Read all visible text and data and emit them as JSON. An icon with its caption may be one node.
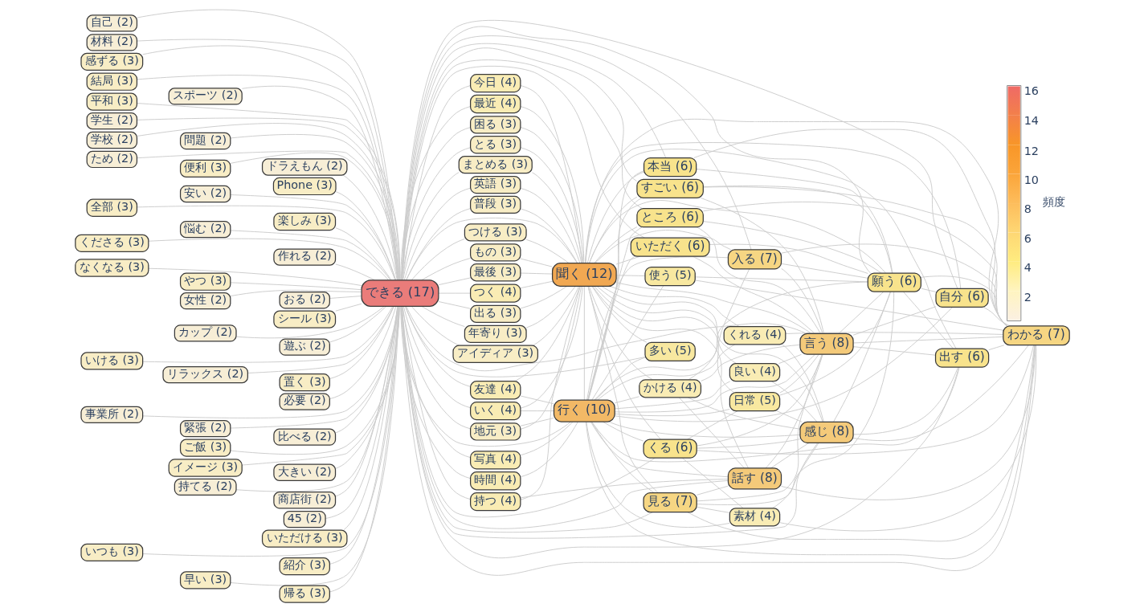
{
  "diagram": {
    "nodes": [
      {
        "text": [
          "いく (4)"
        ]
      },
      {
        "text": [
          "時間 (4)"
        ]
      },
      {
        "text": [
          "まとめる (3)"
        ]
      },
      {
        "text": [
          "かける (4)"
        ]
      },
      {
        "text": [
          "素材 (4)"
        ]
      },
      {
        "text": [
          "日常 (5)"
        ]
      },
      {
        "text": [
          "地元 (3)"
        ]
      },
      {
        "text": [
          "英語 (3)"
        ]
      },
      {
        "text": [
          "持つ (4)"
        ]
      },
      {
        "text": [
          "友達 (4)"
        ]
      },
      {
        "text": [
          "話す (8)"
        ]
      },
      {
        "text": [
          "くる (6)"
        ]
      },
      {
        "text": [
          "普段 (3)"
        ]
      },
      {
        "text": [
          "良い (4)"
        ]
      },
      {
        "text": [
          "聞く (12)"
        ]
      },
      {
        "text": [
          "行く (10)"
        ]
      },
      {
        "text": [
          "つける (3)"
        ]
      },
      {
        "text": [
          "もの (3)"
        ]
      },
      {
        "text": [
          "くれる (4)"
        ]
      },
      {
        "text": [
          "入る (7)"
        ]
      },
      {
        "text": [
          "感じ (8)"
        ]
      },
      {
        "text": [
          "最後 (3)"
        ]
      },
      {
        "text": [
          "ところ (6)"
        ]
      },
      {
        "text": [
          "つく (4)"
        ]
      },
      {
        "text": [
          "言う (8)"
        ]
      },
      {
        "text": [
          "出る (3)"
        ]
      },
      {
        "text": [
          "見る (7)"
        ]
      },
      {
        "text": [
          "年寄り (3)"
        ]
      },
      {
        "text": [
          "アイディア (3)"
        ]
      },
      {
        "text": [
          "今日 (4)"
        ]
      },
      {
        "text": [
          "最近 (4)"
        ]
      },
      {
        "text": [
          "すごい (6)"
        ]
      },
      {
        "text": [
          "いただく (6)"
        ]
      },
      {
        "text": [
          "困る (3)"
        ]
      },
      {
        "text": [
          "願う (6)"
        ]
      },
      {
        "text": [
          "自己 (2)"
        ]
      },
      {
        "text": [
          "使う (5)"
        ]
      },
      {
        "text": [
          "多い (5)"
        ]
      },
      {
        "text": [
          "材料 (2)"
        ]
      },
      {
        "text": [
          "感ずる (3)"
        ]
      },
      {
        "text": [
          "自分 (6)"
        ]
      },
      {
        "text": [
          "出す (6)"
        ]
      },
      {
        "text": [
          "写真 (4)"
        ]
      },
      {
        "text": [
          "結局 (3)"
        ]
      },
      {
        "text": [
          "本当 (6)"
        ]
      },
      {
        "text": [
          "とる (3)"
        ]
      },
      {
        "text": [
          "スポーツ (2)"
        ]
      },
      {
        "text": [
          "平和 (3)"
        ]
      },
      {
        "text": [
          "わかる (7)"
        ]
      },
      {
        "text": [
          "学生 (2)"
        ]
      },
      {
        "text": [
          "学校 (2)"
        ]
      },
      {
        "text": [
          "問題 (2)"
        ]
      },
      {
        "text": [
          "できる (17)"
        ]
      },
      {
        "text": [
          "ため (2)"
        ]
      },
      {
        "text": [
          "便利 (3)"
        ]
      },
      {
        "text": [
          "ドラえもん (2)"
        ]
      },
      {
        "text": [
          "Phone (3)"
        ]
      },
      {
        "text": [
          "安い (2)"
        ]
      },
      {
        "text": [
          "全部 (3)"
        ]
      },
      {
        "text": [
          "楽しみ (3)"
        ]
      },
      {
        "text": [
          "悩む (2)"
        ]
      },
      {
        "text": [
          "くださる (3)"
        ]
      },
      {
        "text": [
          "作れる (2)"
        ]
      },
      {
        "text": [
          "なくなる (3)"
        ]
      },
      {
        "text": [
          "やつ (3)"
        ]
      },
      {
        "text": [
          "女性 (2)"
        ]
      },
      {
        "text": [
          "おる (2)"
        ]
      },
      {
        "text": [
          "シール (3)"
        ]
      },
      {
        "text": [
          "カップ (2)"
        ]
      },
      {
        "text": [
          "遊ぶ (2)"
        ]
      },
      {
        "text": [
          "いける (3)"
        ]
      },
      {
        "text": [
          "リラックス (2)"
        ]
      },
      {
        "text": [
          "置く (3)"
        ]
      },
      {
        "text": [
          "必要 (2)"
        ]
      },
      {
        "text": [
          "事業所 (2)"
        ]
      },
      {
        "text": [
          "緊張 (2)"
        ]
      },
      {
        "text": [
          "比べる (2)"
        ]
      },
      {
        "text": [
          "ご飯 (3)"
        ]
      },
      {
        "text": [
          "イメージ (3)"
        ]
      },
      {
        "text": [
          "大きい (2)"
        ]
      },
      {
        "text": [
          "持てる (2)"
        ]
      },
      {
        "text": [
          "商店街 (2)"
        ]
      },
      {
        "text": [
          "45 (2)"
        ]
      },
      {
        "text": [
          "いただける (3)"
        ]
      },
      {
        "text": [
          "いつも (3)"
        ]
      },
      {
        "text": [
          "紹介 (3)"
        ]
      },
      {
        "text": [
          "早い (3)"
        ]
      },
      {
        "text": [
          "帰る (3)"
        ]
      }
    ],
    "edges": [
      {
        "from": 52,
        "to": 0,
        "arrow": "none"
      },
      {
        "from": 0,
        "to": 14,
        "arrow": "none"
      },
      {
        "from": 0,
        "to": 15,
        "arrow": "none"
      },
      {
        "from": 52,
        "to": 1,
        "arrow": "none"
      },
      {
        "from": 1,
        "to": 15,
        "arrow": "none"
      },
      {
        "from": 52,
        "to": 2,
        "arrow": "none"
      },
      {
        "from": 2,
        "to": 14,
        "arrow": "none"
      },
      {
        "from": 52,
        "to": 6,
        "arrow": "none"
      },
      {
        "from": 6,
        "to": 14,
        "arrow": "none"
      },
      {
        "from": 6,
        "to": 15,
        "arrow": "none"
      },
      {
        "from": 52,
        "to": 7,
        "arrow": "none"
      },
      {
        "from": 7,
        "to": 14,
        "arrow": "none"
      },
      {
        "from": 52,
        "to": 8,
        "arrow": "none"
      },
      {
        "from": 8,
        "to": 14,
        "arrow": "none"
      },
      {
        "from": 8,
        "to": 10,
        "arrow": "none"
      },
      {
        "from": 52,
        "to": 9,
        "arrow": "none"
      },
      {
        "from": 9,
        "to": 14,
        "arrow": "none"
      },
      {
        "from": 9,
        "to": 15,
        "arrow": "none"
      },
      {
        "from": 52,
        "to": 12,
        "arrow": "none"
      },
      {
        "from": 12,
        "to": 14,
        "arrow": "none"
      },
      {
        "from": 52,
        "to": 16,
        "arrow": "none"
      },
      {
        "from": 16,
        "to": 14,
        "arrow": "none"
      },
      {
        "from": 52,
        "to": 17,
        "arrow": "none"
      },
      {
        "from": 17,
        "to": 14,
        "arrow": "none"
      },
      {
        "from": 52,
        "to": 21,
        "arrow": "none"
      },
      {
        "from": 21,
        "to": 14,
        "arrow": "none"
      },
      {
        "from": 52,
        "to": 23,
        "arrow": "none"
      },
      {
        "from": 23,
        "to": 14,
        "arrow": "none"
      },
      {
        "from": 52,
        "to": 25,
        "arrow": "none"
      },
      {
        "from": 25,
        "to": 14,
        "arrow": "none"
      },
      {
        "from": 52,
        "to": 27,
        "arrow": "none"
      },
      {
        "from": 27,
        "to": 14,
        "arrow": "none"
      },
      {
        "from": 52,
        "to": 28,
        "arrow": "none"
      },
      {
        "from": 28,
        "to": 14,
        "arrow": "none"
      },
      {
        "from": 52,
        "to": 29,
        "arrow": "none"
      },
      {
        "from": 29,
        "to": 14,
        "arrow": "none"
      },
      {
        "from": 52,
        "to": 30,
        "arrow": "none"
      },
      {
        "from": 30,
        "to": 14,
        "arrow": "none"
      },
      {
        "from": 52,
        "to": 33,
        "arrow": "none"
      },
      {
        "from": 33,
        "to": 14,
        "arrow": "none"
      },
      {
        "from": 52,
        "to": 42,
        "arrow": "none"
      },
      {
        "from": 42,
        "to": 15,
        "arrow": "none"
      },
      {
        "from": 52,
        "to": 45,
        "arrow": "none"
      },
      {
        "from": 45,
        "to": 14,
        "arrow": "none"
      },
      {
        "from": 52,
        "to": 14,
        "arrow": "none"
      },
      {
        "from": 52,
        "to": 15,
        "arrow": "none"
      },
      {
        "from": 14,
        "to": 15,
        "arrow": "none"
      },
      {
        "from": 14,
        "to": 3,
        "arrow": "none"
      },
      {
        "from": 15,
        "to": 3,
        "arrow": "none"
      },
      {
        "from": 3,
        "to": 10,
        "arrow": "none"
      },
      {
        "from": 3,
        "to": 19,
        "arrow": "none"
      },
      {
        "from": 3,
        "to": 20,
        "arrow": "none"
      },
      {
        "from": 3,
        "to": 24,
        "arrow": "none"
      },
      {
        "from": 15,
        "to": 4,
        "arrow": "none"
      },
      {
        "from": 11,
        "to": 4,
        "arrow": "none"
      },
      {
        "from": 26,
        "to": 4,
        "arrow": "none"
      },
      {
        "from": 4,
        "to": 20,
        "arrow": "none"
      },
      {
        "from": 4,
        "to": 48,
        "arrow": "none"
      },
      {
        "from": 14,
        "to": 5,
        "arrow": "none"
      },
      {
        "from": 15,
        "to": 5,
        "arrow": "none"
      },
      {
        "from": 11,
        "to": 5,
        "arrow": "none"
      },
      {
        "from": 5,
        "to": 20,
        "arrow": "none"
      },
      {
        "from": 5,
        "to": 24,
        "arrow": "none"
      },
      {
        "from": 5,
        "to": 34,
        "arrow": "none"
      },
      {
        "from": 52,
        "to": 10,
        "arrow": "none"
      },
      {
        "from": 14,
        "to": 10,
        "arrow": "none"
      },
      {
        "from": 15,
        "to": 10,
        "arrow": "none"
      },
      {
        "from": 10,
        "to": 20,
        "arrow": "none"
      },
      {
        "from": 10,
        "to": 24,
        "arrow": "none"
      },
      {
        "from": 26,
        "to": 10,
        "arrow": "none"
      },
      {
        "from": 10,
        "to": 48,
        "arrow": "none"
      },
      {
        "from": 52,
        "to": 11,
        "arrow": "none"
      },
      {
        "from": 14,
        "to": 11,
        "arrow": "none"
      },
      {
        "from": 15,
        "to": 11,
        "arrow": "none"
      },
      {
        "from": 11,
        "to": 20,
        "arrow": "none"
      },
      {
        "from": 11,
        "to": 24,
        "arrow": "none"
      },
      {
        "from": 11,
        "to": 48,
        "arrow": "none"
      },
      {
        "from": 14,
        "to": 13,
        "arrow": "none"
      },
      {
        "from": 15,
        "to": 13,
        "arrow": "none"
      },
      {
        "from": 13,
        "to": 20,
        "arrow": "none"
      },
      {
        "from": 13,
        "to": 24,
        "arrow": "none"
      },
      {
        "from": 14,
        "to": 18,
        "arrow": "none"
      },
      {
        "from": 15,
        "to": 18,
        "arrow": "none"
      },
      {
        "from": 18,
        "to": 20,
        "arrow": "none"
      },
      {
        "from": 18,
        "to": 48,
        "arrow": "none"
      },
      {
        "from": 52,
        "to": 19,
        "arrow": "none"
      },
      {
        "from": 14,
        "to": 19,
        "arrow": "none"
      },
      {
        "from": 15,
        "to": 19,
        "arrow": "none"
      },
      {
        "from": 19,
        "to": 24,
        "arrow": "none"
      },
      {
        "from": 19,
        "to": 34,
        "arrow": "none"
      },
      {
        "from": 19,
        "to": 48,
        "arrow": "none"
      },
      {
        "from": 52,
        "to": 20,
        "arrow": "none"
      },
      {
        "from": 14,
        "to": 20,
        "arrow": "none"
      },
      {
        "from": 15,
        "to": 20,
        "arrow": "none"
      },
      {
        "from": 20,
        "to": 34,
        "arrow": "none"
      },
      {
        "from": 20,
        "to": 41,
        "arrow": "none"
      },
      {
        "from": 20,
        "to": 48,
        "arrow": "none"
      },
      {
        "from": 52,
        "to": 22,
        "arrow": "none"
      },
      {
        "from": 14,
        "to": 22,
        "arrow": "none"
      },
      {
        "from": 15,
        "to": 22,
        "arrow": "none"
      },
      {
        "from": 22,
        "to": 24,
        "arrow": "none"
      },
      {
        "from": 22,
        "to": 34,
        "arrow": "none"
      },
      {
        "from": 22,
        "to": 48,
        "arrow": "none"
      },
      {
        "from": 52,
        "to": 24,
        "arrow": "none"
      },
      {
        "from": 14,
        "to": 24,
        "arrow": "none"
      },
      {
        "from": 15,
        "to": 24,
        "arrow": "none"
      },
      {
        "from": 24,
        "to": 34,
        "arrow": "none"
      },
      {
        "from": 24,
        "to": 41,
        "arrow": "none"
      },
      {
        "from": 24,
        "to": 48,
        "arrow": "none"
      },
      {
        "from": 52,
        "to": 26,
        "arrow": "none"
      },
      {
        "from": 14,
        "to": 26,
        "arrow": "none"
      },
      {
        "from": 15,
        "to": 26,
        "arrow": "none"
      },
      {
        "from": 26,
        "to": 24,
        "arrow": "none"
      },
      {
        "from": 26,
        "to": 34,
        "arrow": "none"
      },
      {
        "from": 26,
        "to": 48,
        "arrow": "none"
      },
      {
        "from": 52,
        "to": 31,
        "arrow": "none"
      },
      {
        "from": 14,
        "to": 31,
        "arrow": "none"
      },
      {
        "from": 15,
        "to": 31,
        "arrow": "none"
      },
      {
        "from": 31,
        "to": 24,
        "arrow": "none"
      },
      {
        "from": 31,
        "to": 34,
        "arrow": "none"
      },
      {
        "from": 31,
        "to": 48,
        "arrow": "none"
      },
      {
        "from": 52,
        "to": 32,
        "arrow": "none"
      },
      {
        "from": 14,
        "to": 32,
        "arrow": "none"
      },
      {
        "from": 15,
        "to": 32,
        "arrow": "none"
      },
      {
        "from": 32,
        "to": 24,
        "arrow": "none"
      },
      {
        "from": 32,
        "to": 34,
        "arrow": "none"
      },
      {
        "from": 52,
        "to": 34,
        "arrow": "none"
      },
      {
        "from": 14,
        "to": 34,
        "arrow": "none"
      },
      {
        "from": 15,
        "to": 34,
        "arrow": "none"
      },
      {
        "from": 34,
        "to": 40,
        "arrow": "none"
      },
      {
        "from": 34,
        "to": 41,
        "arrow": "none"
      },
      {
        "from": 34,
        "to": 48,
        "arrow": "none"
      },
      {
        "from": 14,
        "to": 36,
        "arrow": "none"
      },
      {
        "from": 15,
        "to": 36,
        "arrow": "none"
      },
      {
        "from": 36,
        "to": 34,
        "arrow": "none"
      },
      {
        "from": 36,
        "to": 48,
        "arrow": "none"
      },
      {
        "from": 52,
        "to": 37,
        "arrow": "none"
      },
      {
        "from": 14,
        "to": 37,
        "arrow": "none"
      },
      {
        "from": 15,
        "to": 37,
        "arrow": "none"
      },
      {
        "from": 52,
        "to": 40,
        "arrow": "none"
      },
      {
        "from": 14,
        "to": 40,
        "arrow": "none"
      },
      {
        "from": 15,
        "to": 40,
        "arrow": "none"
      },
      {
        "from": 24,
        "to": 40,
        "arrow": "none"
      },
      {
        "from": 40,
        "to": 48,
        "arrow": "none"
      },
      {
        "from": 52,
        "to": 41,
        "arrow": "none"
      },
      {
        "from": 14,
        "to": 41,
        "arrow": "none"
      },
      {
        "from": 15,
        "to": 41,
        "arrow": "none"
      },
      {
        "from": 41,
        "to": 48,
        "arrow": "none"
      },
      {
        "from": 52,
        "to": 44,
        "arrow": "none"
      },
      {
        "from": 14,
        "to": 44,
        "arrow": "none"
      },
      {
        "from": 15,
        "to": 44,
        "arrow": "none"
      },
      {
        "from": 44,
        "to": 34,
        "arrow": "none"
      },
      {
        "from": 44,
        "to": 48,
        "arrow": "none"
      },
      {
        "from": 52,
        "to": 48,
        "arrow": "none"
      },
      {
        "from": 14,
        "to": 48,
        "arrow": "none"
      },
      {
        "from": 15,
        "to": 48,
        "arrow": "none"
      },
      {
        "from": 35,
        "to": 52,
        "arrow": "none"
      },
      {
        "from": 38,
        "to": 52,
        "arrow": "none"
      },
      {
        "from": 39,
        "to": 52,
        "arrow": "none"
      },
      {
        "from": 43,
        "to": 52,
        "arrow": "none"
      },
      {
        "from": 46,
        "to": 52,
        "arrow": "none"
      },
      {
        "from": 47,
        "to": 52,
        "arrow": "none"
      },
      {
        "from": 49,
        "to": 52,
        "arrow": "none"
      },
      {
        "from": 50,
        "to": 52,
        "arrow": "none"
      },
      {
        "from": 51,
        "to": 52,
        "arrow": "none"
      },
      {
        "from": 53,
        "to": 52,
        "arrow": "none"
      },
      {
        "from": 54,
        "to": 52,
        "arrow": "none"
      },
      {
        "from": 55,
        "to": 52,
        "arrow": "none"
      },
      {
        "from": 56,
        "to": 52,
        "arrow": "none"
      },
      {
        "from": 57,
        "to": 52,
        "arrow": "none"
      },
      {
        "from": 58,
        "to": 52,
        "arrow": "none"
      },
      {
        "from": 59,
        "to": 52,
        "arrow": "none"
      },
      {
        "from": 60,
        "to": 52,
        "arrow": "none"
      },
      {
        "from": 61,
        "to": 52,
        "arrow": "none"
      },
      {
        "from": 62,
        "to": 52,
        "arrow": "none"
      },
      {
        "from": 63,
        "to": 52,
        "arrow": "none"
      },
      {
        "from": 64,
        "to": 52,
        "arrow": "none"
      },
      {
        "from": 65,
        "to": 52,
        "arrow": "none"
      },
      {
        "from": 66,
        "to": 52,
        "arrow": "none"
      },
      {
        "from": 67,
        "to": 52,
        "arrow": "none"
      },
      {
        "from": 68,
        "to": 52,
        "arrow": "none"
      },
      {
        "from": 69,
        "to": 52,
        "arrow": "none"
      },
      {
        "from": 70,
        "to": 52,
        "arrow": "none"
      },
      {
        "from": 71,
        "to": 52,
        "arrow": "none"
      },
      {
        "from": 72,
        "to": 52,
        "arrow": "none"
      },
      {
        "from": 73,
        "to": 52,
        "arrow": "none"
      },
      {
        "from": 74,
        "to": 52,
        "arrow": "none"
      },
      {
        "from": 75,
        "to": 52,
        "arrow": "none"
      },
      {
        "from": 76,
        "to": 52,
        "arrow": "none"
      },
      {
        "from": 77,
        "to": 52,
        "arrow": "none"
      },
      {
        "from": 78,
        "to": 52,
        "arrow": "none"
      },
      {
        "from": 79,
        "to": 52,
        "arrow": "none"
      },
      {
        "from": 80,
        "to": 52,
        "arrow": "none"
      },
      {
        "from": 81,
        "to": 52,
        "arrow": "none"
      },
      {
        "from": 82,
        "to": 52,
        "arrow": "none"
      },
      {
        "from": 83,
        "to": 52,
        "arrow": "none"
      },
      {
        "from": 84,
        "to": 52,
        "arrow": "none"
      },
      {
        "from": 85,
        "to": 52,
        "arrow": "none"
      },
      {
        "from": 86,
        "to": 52,
        "arrow": "none"
      },
      {
        "from": 87,
        "to": 52,
        "arrow": "none"
      }
    ],
    "labels": [
      "16",
      "14",
      "12",
      "10",
      "8",
      "6",
      "4",
      "2",
      "頻度"
    ]
  }
}
